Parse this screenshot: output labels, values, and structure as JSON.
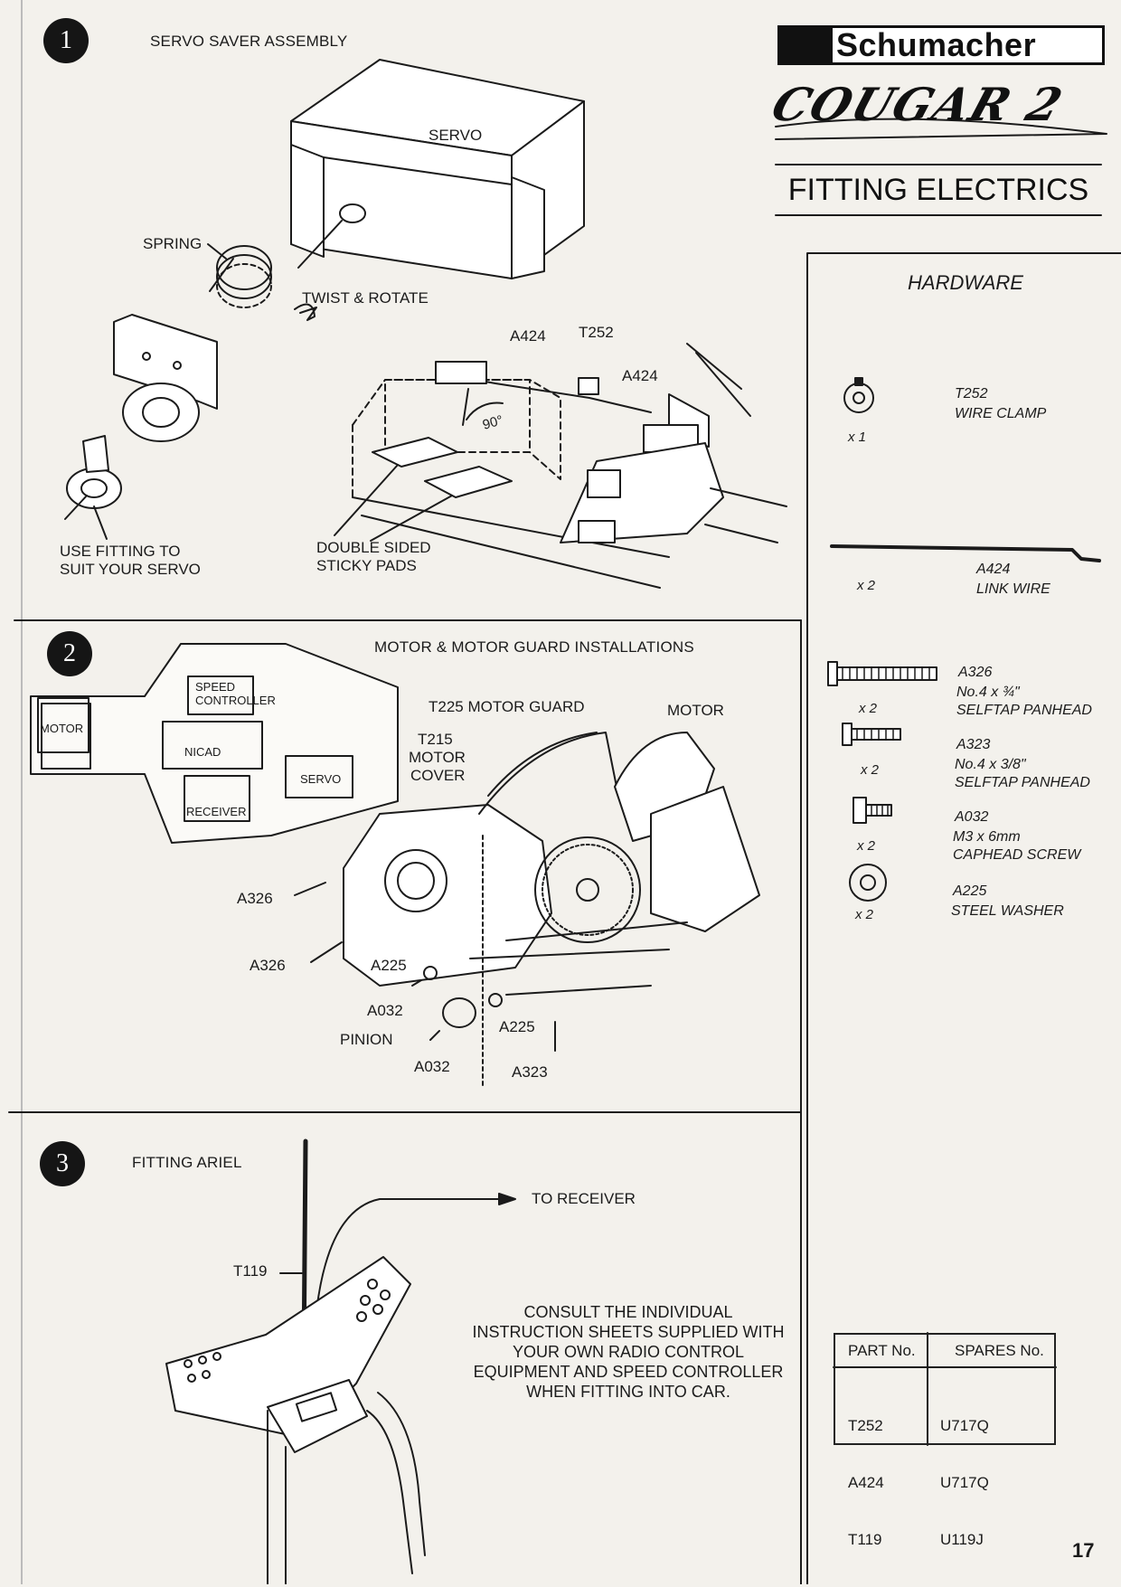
{
  "brand": {
    "name": "Schumacher",
    "model": "COUGAR 2"
  },
  "page_title": "FITTING ELECTRICS",
  "page_number": "17",
  "step1": {
    "number": "1",
    "title": "SERVO SAVER ASSEMBLY",
    "labels": {
      "servo": "SERVO",
      "spring": "SPRING",
      "twist": "TWIST & ROTATE",
      "a424_left": "A424",
      "t252": "T252",
      "a424_right": "A424",
      "angle": "90°",
      "fitting_line1": "USE FITTING TO",
      "fitting_line2": "SUIT YOUR SERVO",
      "pads_line1": "DOUBLE SIDED",
      "pads_line2": "STICKY PADS"
    }
  },
  "step2": {
    "number": "2",
    "title": "MOTOR & MOTOR GUARD INSTALLATIONS",
    "layout": {
      "speed1": "SPEED",
      "speed2": "CONTROLLER",
      "motor": "MOTOR",
      "nicad": "NICAD",
      "servo": "SERVO",
      "receiver": "RECEIVER"
    },
    "labels": {
      "guard": "T225 MOTOR GUARD",
      "motor": "MOTOR",
      "cover1": "T215",
      "cover2": "MOTOR",
      "cover3": "COVER",
      "a326a": "A326",
      "a326b": "A326",
      "a225a": "A225",
      "a032a": "A032",
      "pinion": "PINION",
      "a225b": "A225",
      "a032b": "A032",
      "a323": "A323"
    }
  },
  "step3": {
    "number": "3",
    "title": "FITTING ARIEL",
    "t119": "T119",
    "to_receiver": "TO RECEIVER",
    "consult": "CONSULT THE INDIVIDUAL INSTRUCTION SHEETS SUPPLIED WITH YOUR OWN RADIO CONTROL EQUIPMENT AND SPEED CONTROLLER WHEN FITTING INTO CAR."
  },
  "hardware": {
    "title": "HARDWARE",
    "items": [
      {
        "code": "T252",
        "desc": "WIRE CLAMP",
        "qty": "x 1"
      },
      {
        "code": "A424",
        "desc": "LINK WIRE",
        "qty": "x 2"
      },
      {
        "code": "A326",
        "size": "No.4 x ¾\"",
        "desc": "SELFTAP PANHEAD",
        "qty": "x 2"
      },
      {
        "code": "A323",
        "size": "No.4 x 3/8\"",
        "desc": "SELFTAP PANHEAD",
        "qty": "x 2"
      },
      {
        "code": "A032",
        "size": "M3 x 6mm",
        "desc": "CAPHEAD SCREW",
        "qty": "x 2"
      },
      {
        "code": "A225",
        "desc": "STEEL WASHER",
        "qty": "x 2"
      }
    ]
  },
  "parts_table": {
    "headers": [
      "PART No.",
      "SPARES No."
    ],
    "rows": [
      [
        "T252",
        "U717Q"
      ],
      [
        "A424",
        "U717Q"
      ],
      [
        "T119",
        "U119J"
      ]
    ]
  }
}
